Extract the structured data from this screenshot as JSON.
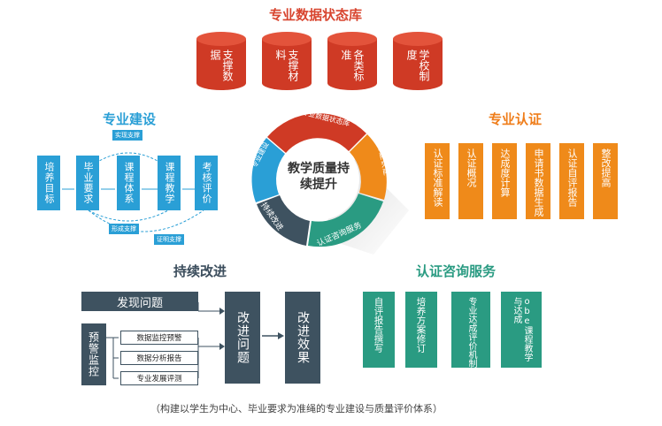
{
  "top": {
    "title": "专业数据状态库",
    "cylinders": [
      "支撑数据",
      "支撑材料",
      "各类标准",
      "学校制度"
    ]
  },
  "ring": {
    "center": "教学质量持续提升",
    "segments": [
      "专业数据状态库",
      "专业认证",
      "认证咨询服务",
      "持续改进",
      "专业建设"
    ]
  },
  "left": {
    "title": "专业建设",
    "items": [
      "培养目标",
      "毕业要求",
      "课程体系",
      "课程教学",
      "考核评价"
    ],
    "badges": [
      "实现支撑",
      "形成支撑",
      "证明支撑"
    ]
  },
  "right": {
    "title": "专业认证",
    "items": [
      "认证标准解读",
      "认证概况",
      "达成度计算",
      "申请书数据生成",
      "认证自评报告",
      "整改提高"
    ]
  },
  "bottom_left": {
    "title": "持续改进",
    "discover": "发现问题",
    "warn": "预警监控",
    "subs": [
      "数据监控预警",
      "数据分析报告",
      "专业发展评测"
    ],
    "improve_problem": "改进问题",
    "improve_effect": "改进效果"
  },
  "bottom_right": {
    "title": "认证咨询服务",
    "items": [
      "自评报告撰写",
      "培养方案修订",
      "专业达成评价机制",
      "obe课程教学与达成"
    ]
  },
  "caption": "（构建以学生为中心、毕业要求为准绳的专业建设与质量评价体系）",
  "colors": {
    "red": "#cf3a25",
    "blue": "#2a9fd6",
    "orange": "#ef8a1a",
    "dark": "#3e5260",
    "green": "#2a9b82"
  }
}
